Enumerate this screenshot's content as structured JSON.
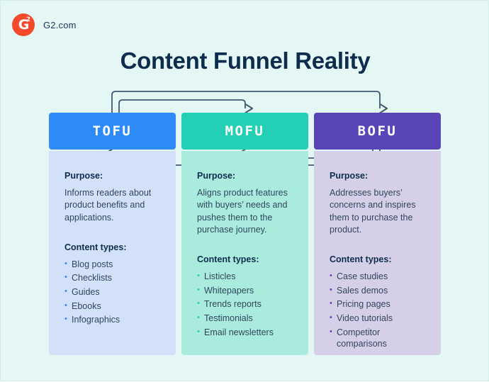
{
  "brand": {
    "logo_icon": "g2-logo-icon",
    "logo_letter": "G",
    "logo_superscript": "2",
    "name": "G2.com",
    "logo_color": "#f5492c"
  },
  "header": {
    "title": "Content Funnel Reality",
    "title_color": "#0e2d4e"
  },
  "page": {
    "background_color": "#e4f7f4",
    "arrow_color": "#3d5a70"
  },
  "labels": {
    "purpose": "Purpose:",
    "content_types": "Content types:"
  },
  "columns": [
    {
      "stage": "TOFU",
      "header_color": "#2e8bfa",
      "body_color": "#d3e0f9",
      "purpose": "Informs readers about product benefits and applications.",
      "content_types": [
        "Blog posts",
        "Checklists",
        "Guides",
        "Ebooks",
        "Infographics"
      ]
    },
    {
      "stage": "MOFU",
      "header_color": "#23cfb5",
      "body_color": "#a9ecdd",
      "purpose": "Aligns product features with buyers’ needs and pushes them to the purchase journey.",
      "content_types": [
        "Listicles",
        "Whitepapers",
        "Trends reports",
        "Testimonials",
        "Email newsletters"
      ]
    },
    {
      "stage": "BOFU",
      "header_color": "#5a45b8",
      "body_color": "#d6cfe8",
      "purpose": "Addresses buyers’ concerns and inspires them to purchase the product.",
      "content_types": [
        "Case studies",
        "Sales demos",
        "Pricing pages",
        "Video tutorials",
        "Competitor comparisons"
      ]
    }
  ],
  "flow_arrows": [
    {
      "name": "tofu-to-bofu-arrow",
      "direction": "forward"
    },
    {
      "name": "tofu-to-mofu-arrow",
      "direction": "forward"
    },
    {
      "name": "bofu-to-tofu-arrow",
      "direction": "backward"
    },
    {
      "name": "bofu-to-mofu-arrow",
      "direction": "backward"
    }
  ]
}
